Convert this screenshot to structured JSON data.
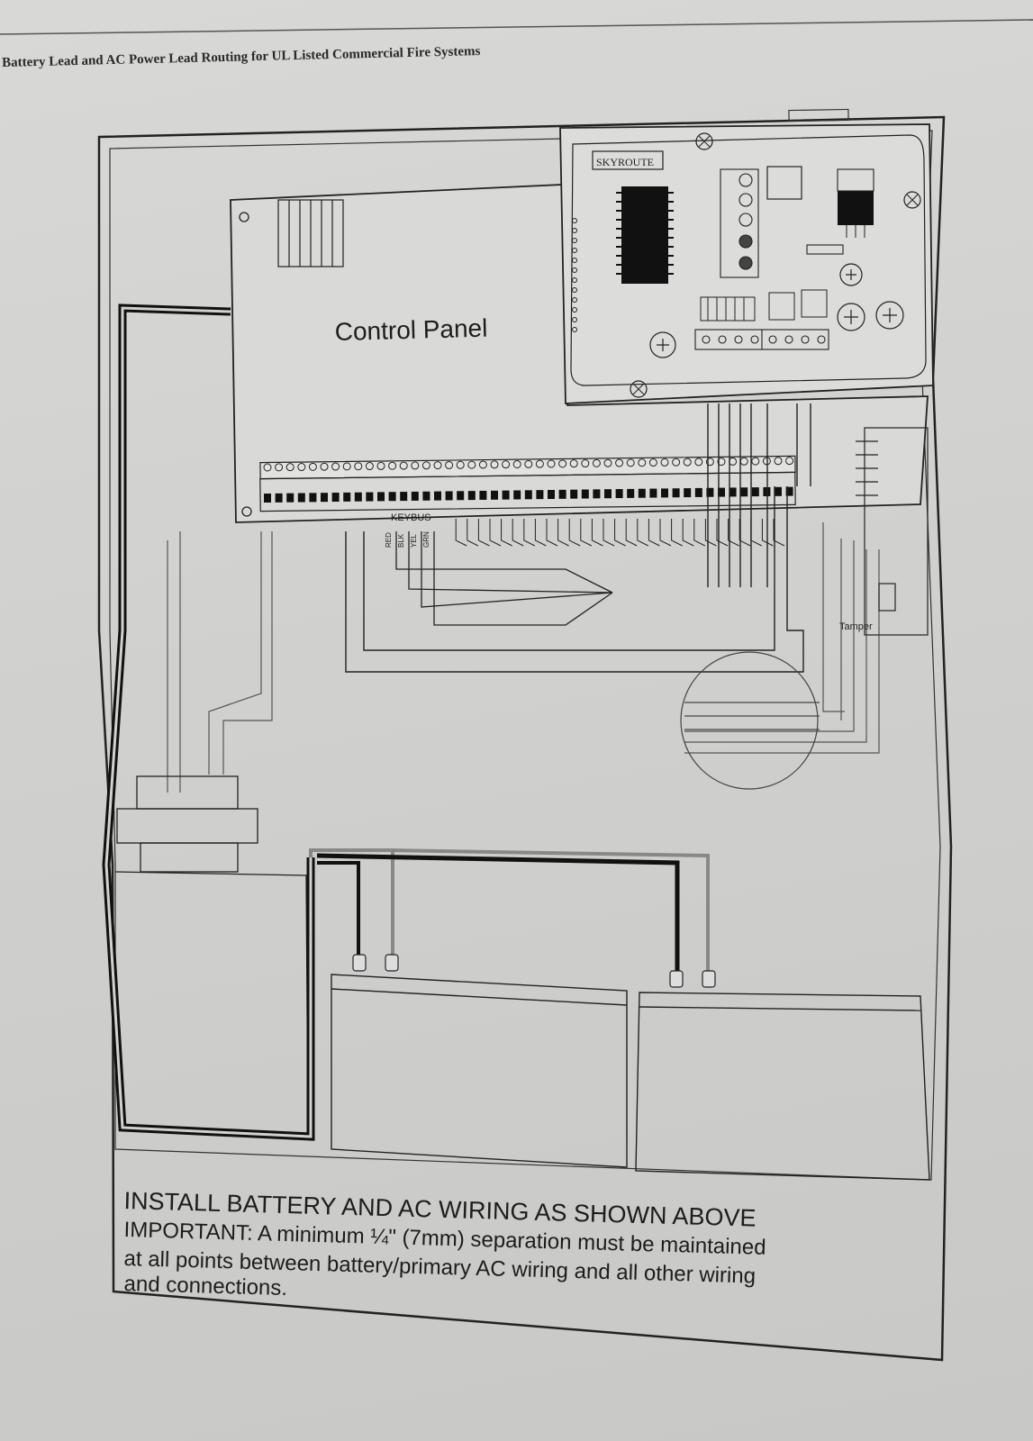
{
  "page": {
    "title": "Battery Lead and AC Power Lead Routing for UL Listed Commercial Fire Systems"
  },
  "diagram": {
    "control_panel_label": "Control Panel",
    "module_brand": "SKYROUTE",
    "keybus_label": "KEYBUS",
    "keybus_wires": [
      "RED",
      "BLK",
      "YEL",
      "GRN"
    ],
    "tamper_label": "Tamper"
  },
  "caption": {
    "line1": "INSTALL BATTERY AND AC WIRING AS SHOWN ABOVE",
    "line2": "IMPORTANT: A minimum ¼\" (7mm) separation must be maintained",
    "line3": "at all points between battery/primary AC wiring and all other wiring",
    "line4": "and connections."
  },
  "colors": {
    "paper": "#d4d4d2",
    "ink": "#1d1d1d",
    "wire_black": "#111111"
  }
}
